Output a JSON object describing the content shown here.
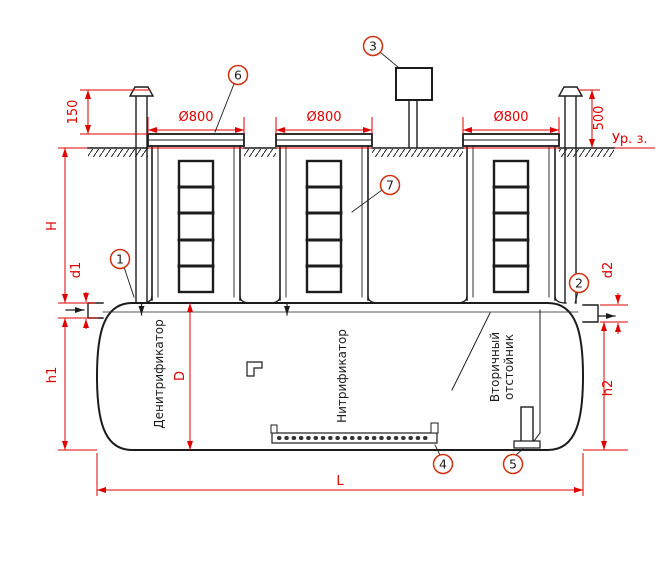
{
  "colors": {
    "dimension_red": "#e00000",
    "line_black": "#1c1c1c",
    "callout_red": "#d03010"
  },
  "dims": {
    "left_pipe_height": "150",
    "right_pipe_height": "500",
    "ground_level_label": "Ур. з.",
    "height_H": "H",
    "inlet_d1": "d1",
    "outlet_d2": "d2",
    "inlet_depth_h1": "h1",
    "outlet_depth_h2": "h2",
    "tank_diameter_D": "D",
    "tank_length_L": "L",
    "shaft_diameter": "Ø800"
  },
  "callouts": {
    "n1": "1",
    "n2": "2",
    "n3": "3",
    "n4": "4",
    "n5": "5",
    "n6": "6",
    "n7": "7"
  },
  "compartments": {
    "denitrifier": "Денитрификатор",
    "nitrifier": "Нитрификатор",
    "settler_word1": "Вторичный",
    "settler_word2": "отстойник"
  }
}
